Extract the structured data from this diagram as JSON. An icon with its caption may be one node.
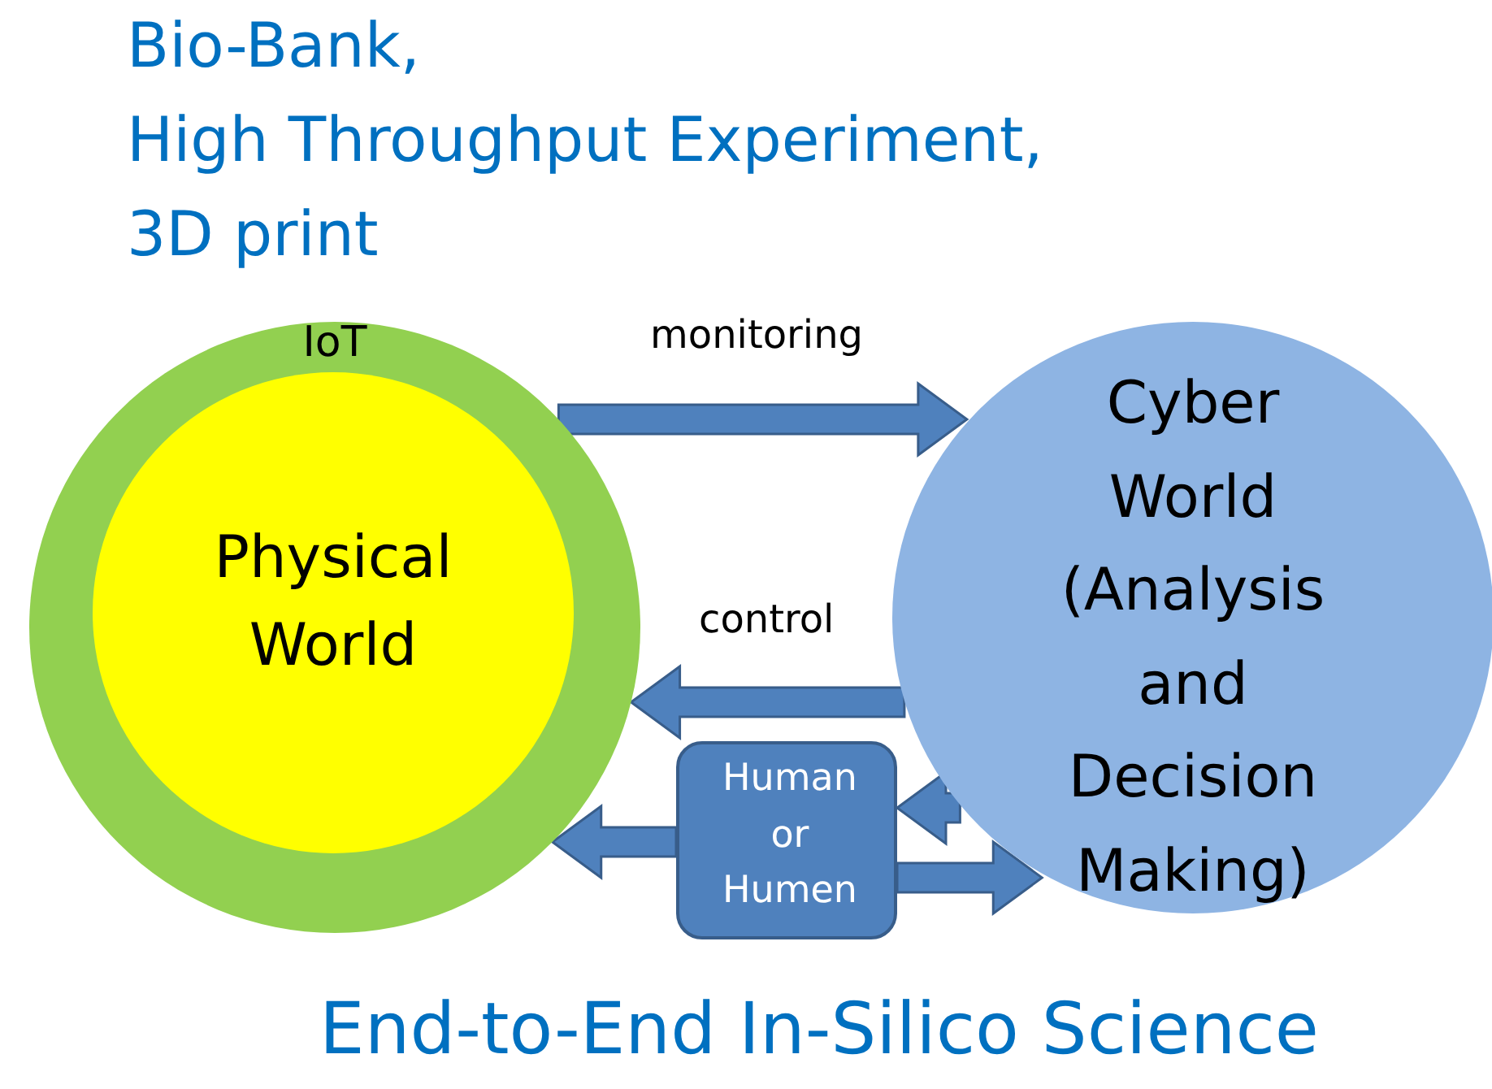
{
  "diagram": {
    "caption": "End-to-End In-Silico Science",
    "nodes": [
      {
        "text": [
          "IoT"
        ]
      },
      {
        "text": [
          "Physical World"
        ],
        "in": 0
      },
      {
        "text": [
          "Cyber World (Analysis and Decision Making)"
        ]
      },
      {
        "text": [
          "Human or Humen"
        ]
      }
    ],
    "edges": [
      {
        "from": 0,
        "to": 2,
        "arrow": "to",
        "label": "monitoring"
      },
      {
        "from": 2,
        "to": 0,
        "arrow": "to",
        "label": "control"
      },
      {
        "from": 2,
        "to": 3,
        "arrow": "to"
      },
      {
        "from": 3,
        "to": 0,
        "arrow": "to"
      },
      {
        "from": 3,
        "to": 2,
        "arrow": "to"
      }
    ],
    "labels": [
      "Bio-Bank,",
      "High Throughput Experiment,",
      "3D print"
    ]
  }
}
